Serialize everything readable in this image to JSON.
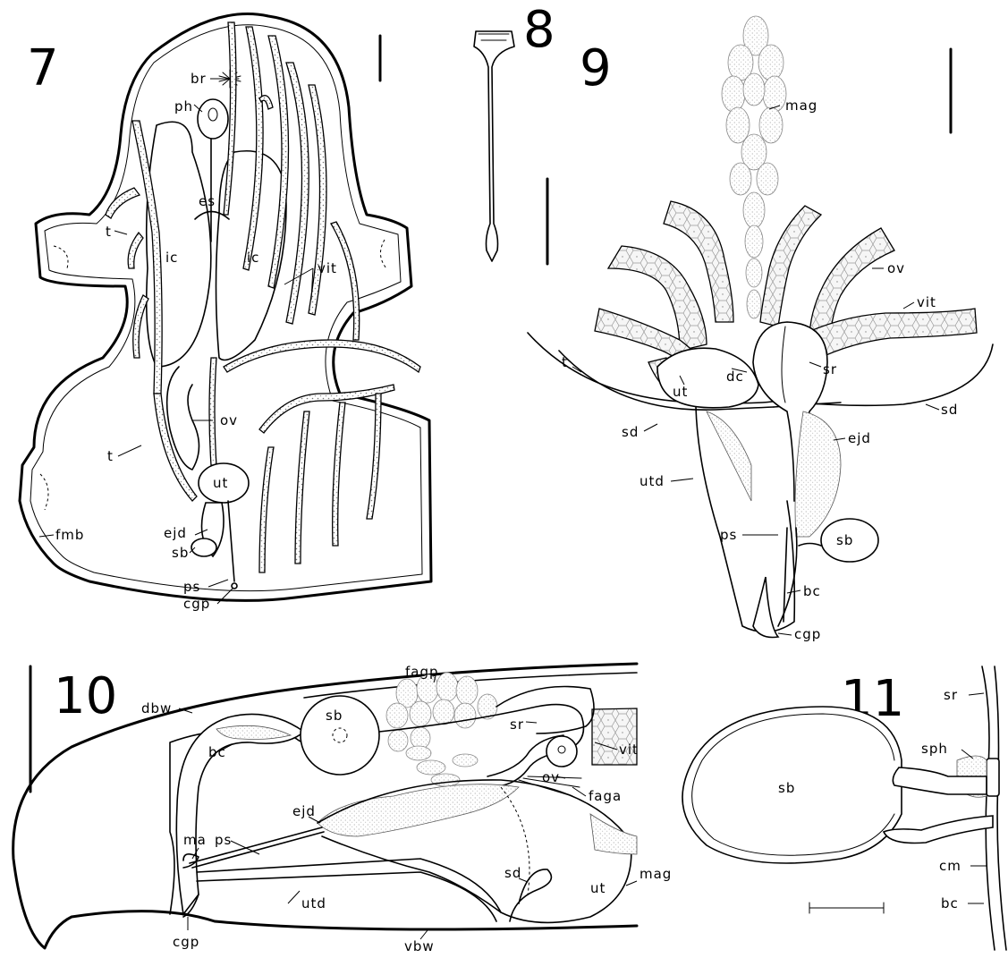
{
  "figures": {
    "fig7": {
      "number": "7",
      "labels": {
        "br": "br",
        "ph": "ph",
        "t_upper": "t",
        "es": "es",
        "ic_left": "ic",
        "ic_right": "ic",
        "vit": "vit",
        "ov": "ov",
        "t_lower": "t",
        "ut": "ut",
        "ejd": "ejd",
        "sb": "sb",
        "fmb": "fmb",
        "ps": "ps",
        "cgp": "cgp"
      }
    },
    "fig8": {
      "number": "8"
    },
    "fig9": {
      "number": "9",
      "labels": {
        "mag": "mag",
        "ov": "ov",
        "vit": "vit",
        "t": "t",
        "dc": "dc",
        "sr": "sr",
        "ut": "ut",
        "sd_left": "sd",
        "sd_right": "sd",
        "ejd": "ejd",
        "utd": "utd",
        "sb": "sb",
        "ps": "ps",
        "bc": "bc",
        "cgp": "cgp"
      }
    },
    "fig10": {
      "number": "10",
      "labels": {
        "fagp": "fagp",
        "dbw": "dbw",
        "sb": "sb",
        "sr": "sr",
        "bc": "bc",
        "vit": "vit",
        "ov": "ov",
        "faga": "faga",
        "ejd": "ejd",
        "ps": "ps",
        "ma": "ma",
        "sd": "sd",
        "ut": "ut",
        "mag": "mag",
        "utd": "utd",
        "cgp": "cgp",
        "vbw": "vbw"
      }
    },
    "fig11": {
      "number": "11",
      "labels": {
        "sr": "sr",
        "sph": "sph",
        "sb": "sb",
        "cm": "cm",
        "bc": "bc"
      }
    }
  }
}
